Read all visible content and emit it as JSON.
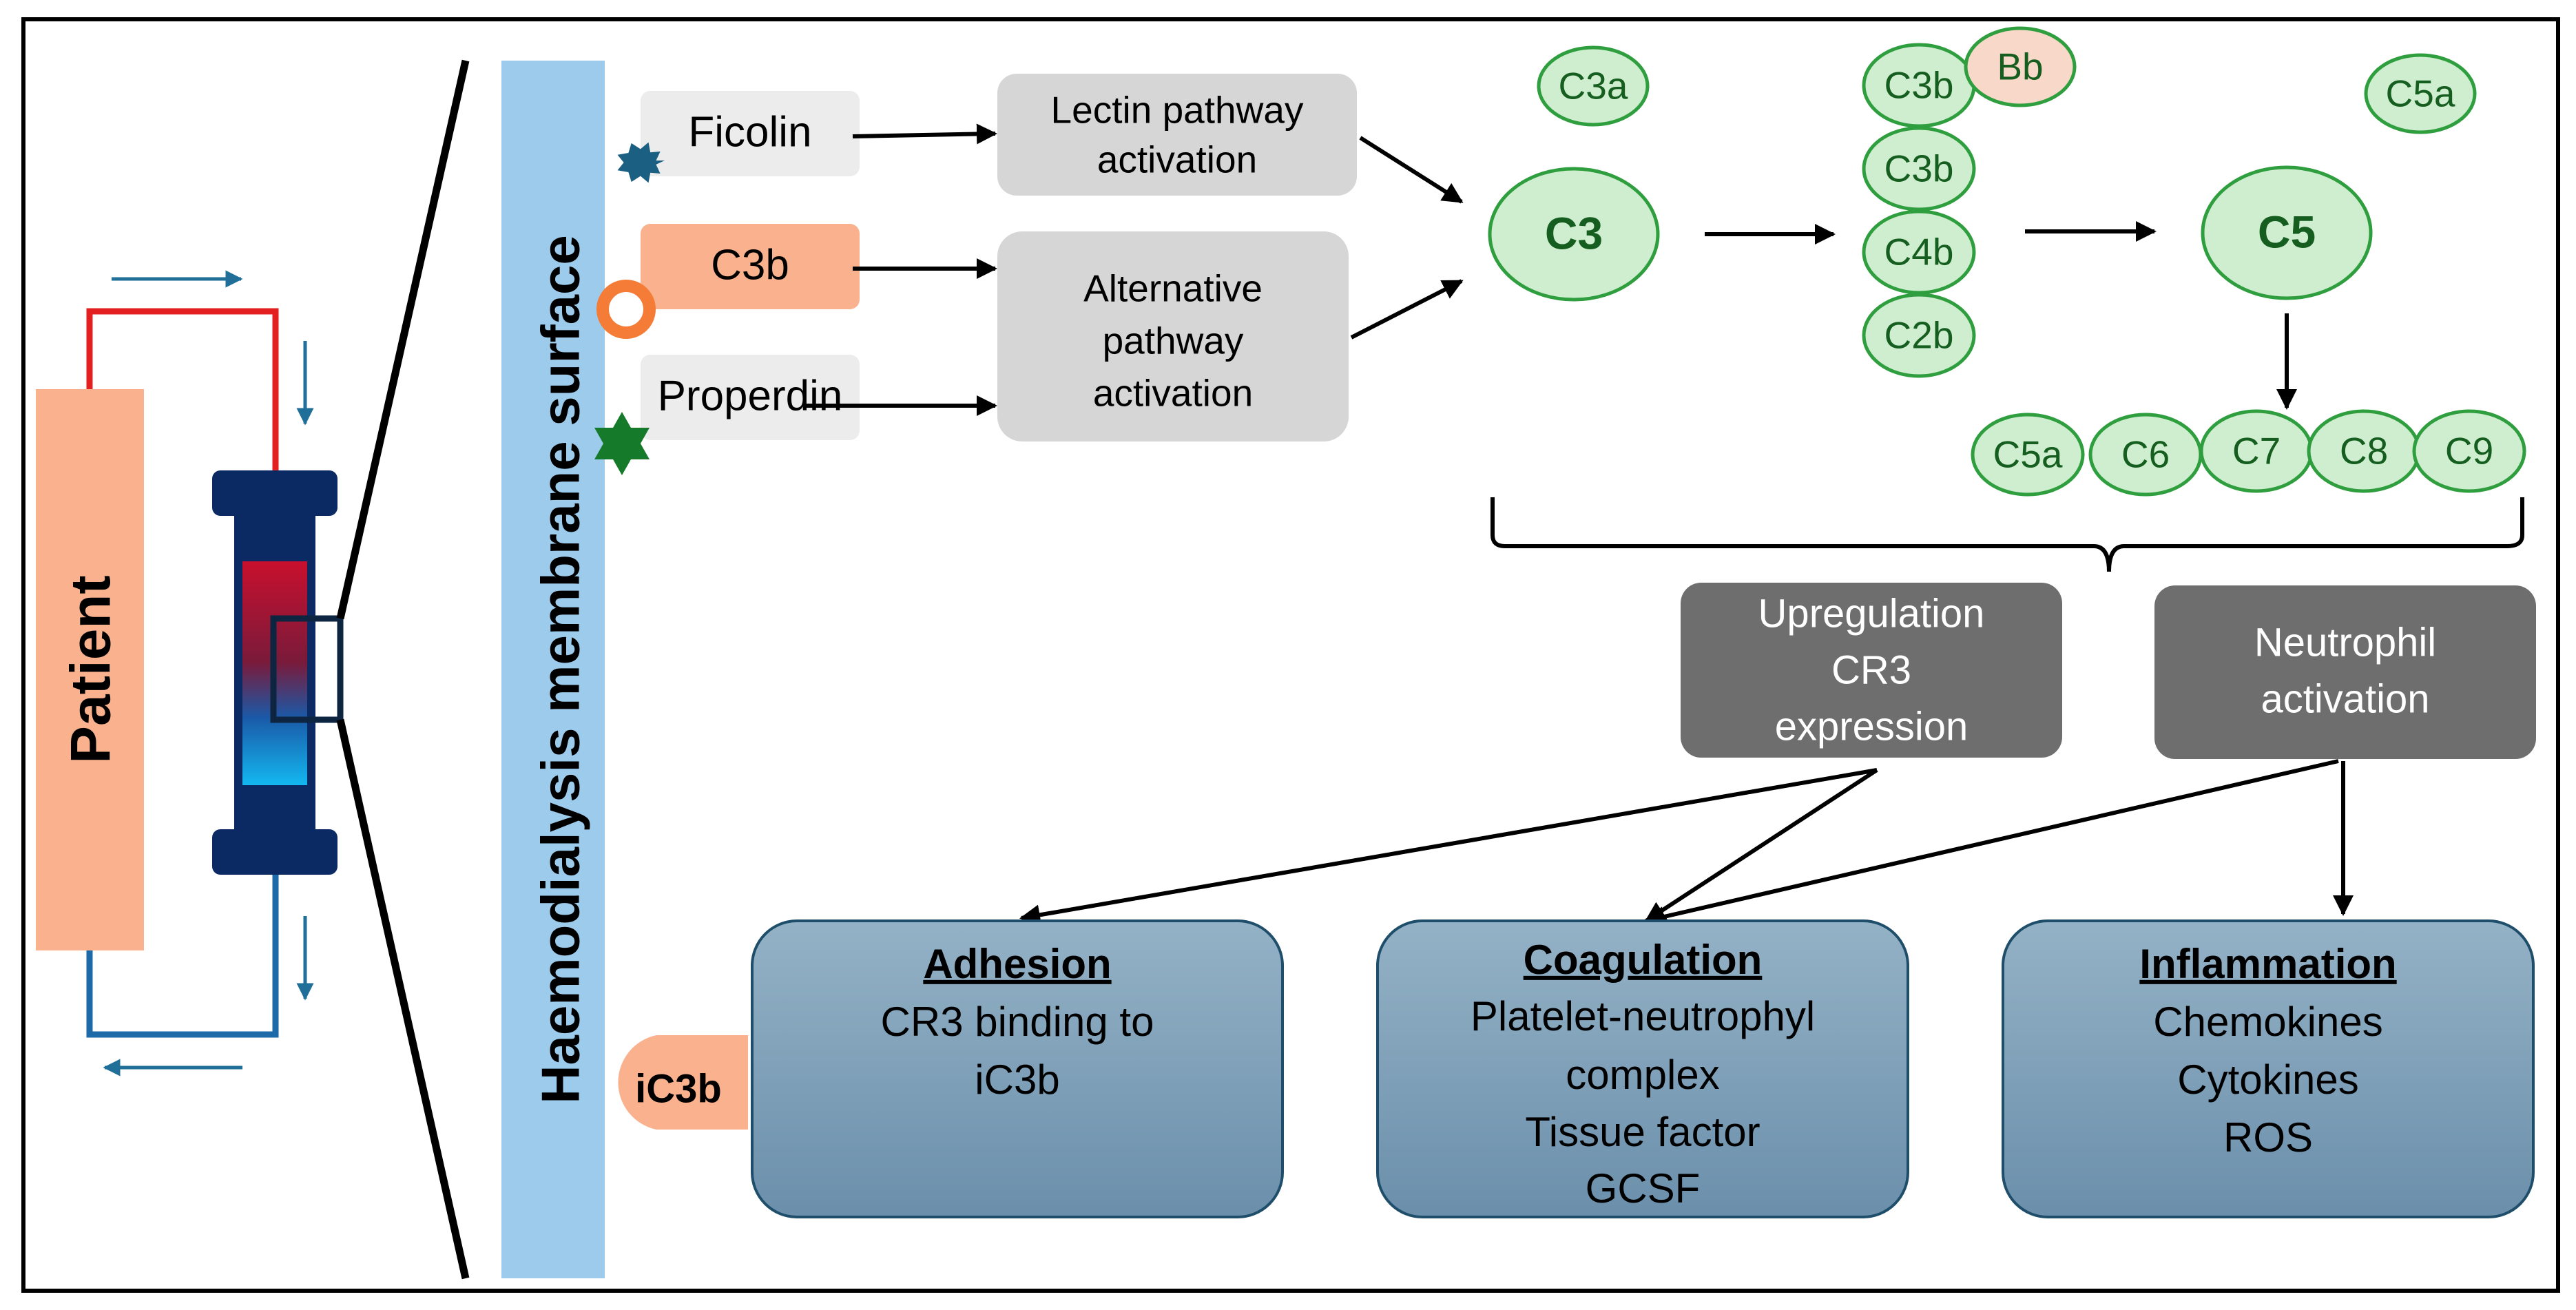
{
  "patient": {
    "label": "Patient"
  },
  "membrane": {
    "label": "Haemodialysis membrane surface"
  },
  "receptors": {
    "ficolin": "Ficolin",
    "c3b": "C3b",
    "properdin": "Properdin",
    "ic3b": "iC3b"
  },
  "pathways": {
    "lectin": [
      "Lectin pathway",
      "activation"
    ],
    "alternative": [
      "Alternative",
      "pathway",
      "activation"
    ]
  },
  "complement": {
    "c3a": "C3a",
    "c3": "C3",
    "convertase": [
      "C3b",
      "C3b",
      "C4b",
      "C2b"
    ],
    "bb": "Bb",
    "c5": "C5",
    "c5a": "C5a",
    "mac": [
      "C5a",
      "C6",
      "C7",
      "C8",
      "C9"
    ]
  },
  "effects": {
    "cr3": [
      "Upregulation",
      "CR3",
      "expression"
    ],
    "neutrophil": [
      "Neutrophil",
      "activation"
    ]
  },
  "outcomes": {
    "adhesion": {
      "title": "Adhesion",
      "lines": [
        "CR3 binding to",
        "iC3b"
      ]
    },
    "coagulation": {
      "title": "Coagulation",
      "lines": [
        "Platelet-neutrophyl",
        "complex",
        "Tissue factor",
        "GCSF"
      ]
    },
    "inflammation": {
      "title": "Inflammation",
      "lines": [
        "Chemokines",
        "Cytokines",
        "ROS"
      ]
    }
  },
  "colors": {
    "peach": "#f9b28d",
    "membrane": "#9dcbec",
    "complement_fill": "#cfeecf",
    "complement_stroke": "#2f9e3e",
    "complement_text": "#155e1f",
    "pathway_fill": "#d6d6d6",
    "effect_fill": "#6e6e6e",
    "outcome_fill": "#7d9cb4",
    "navy": "#0b2a63",
    "red_line": "#e41f1f",
    "blue_line": "#1c6aa8",
    "arrow_small": "#1f6f99"
  }
}
